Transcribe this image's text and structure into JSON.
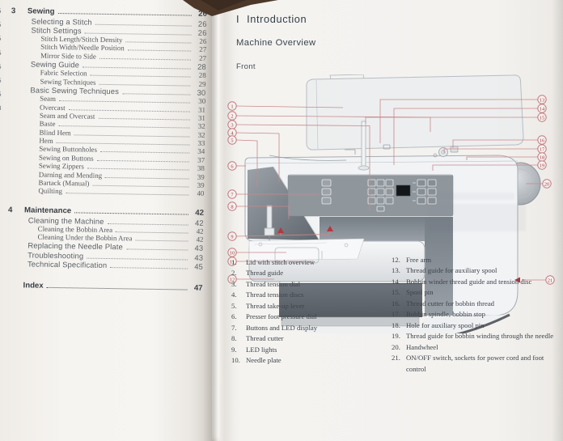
{
  "left_page": {
    "edge_fragments": [
      ".5",
      ".5",
      ".5",
      ".6",
      ".6",
      ".6",
      ".6",
      ".8"
    ],
    "toc_rows": [
      {
        "sec": "3",
        "label": "Sewing",
        "page": "26",
        "level": "h"
      },
      {
        "label": "Selecting a Stitch",
        "page": "26",
        "level": "1"
      },
      {
        "label": "Stitch Settings",
        "page": "26",
        "level": "1"
      },
      {
        "label": "Stitch Length/Stitch Density",
        "page": "26",
        "level": "2"
      },
      {
        "label": "Stitch Width/Needle Position",
        "page": "27",
        "level": "2"
      },
      {
        "label": "Mirror Side to Side",
        "page": "27",
        "level": "2"
      },
      {
        "label": "Sewing Guide",
        "page": "28",
        "level": "1"
      },
      {
        "label": "Fabric Selection",
        "page": "28",
        "level": "2"
      },
      {
        "label": "Sewing Techniques",
        "page": "29",
        "level": "2"
      },
      {
        "label": "Basic Sewing Techniques",
        "page": "30",
        "level": "1"
      },
      {
        "label": "Seam",
        "page": "30",
        "level": "2"
      },
      {
        "label": "Overcast",
        "page": "31",
        "level": "2"
      },
      {
        "label": "Seam and Overcast",
        "page": "31",
        "level": "2"
      },
      {
        "label": "Baste",
        "page": "32",
        "level": "2"
      },
      {
        "label": "Blind Hem",
        "page": "32",
        "level": "2"
      },
      {
        "label": "Hem",
        "page": "33",
        "level": "2"
      },
      {
        "label": "Sewing Buttonholes",
        "page": "34",
        "level": "2"
      },
      {
        "label": "Sewing on Buttons",
        "page": "37",
        "level": "2"
      },
      {
        "label": "Sewing Zippers",
        "page": "38",
        "level": "2"
      },
      {
        "label": "Darning and Mending",
        "page": "39",
        "level": "2"
      },
      {
        "label": "Bartack (Manual)",
        "page": "39",
        "level": "2"
      },
      {
        "label": "Quilting",
        "page": "40",
        "level": "2"
      },
      {
        "sec": "4",
        "label": "Maintenance",
        "page": "42",
        "level": "h",
        "gap": 1
      },
      {
        "label": "Cleaning the Machine",
        "page": "42",
        "level": "1"
      },
      {
        "label": "Cleaning the Bobbin Area",
        "page": "42",
        "level": "2"
      },
      {
        "label": "Cleaning Under the Bobbin Area",
        "page": "42",
        "level": "2"
      },
      {
        "label": "Replacing the Needle Plate",
        "page": "43",
        "level": "1"
      },
      {
        "label": "Troubleshooting",
        "page": "43",
        "level": "1"
      },
      {
        "label": "Technical Specification",
        "page": "45",
        "level": "1"
      },
      {
        "label": "Index",
        "page": "47",
        "level": "h",
        "gap": 2
      }
    ]
  },
  "right_page": {
    "headings": {
      "chapter_number": "I",
      "chapter_title": "Introduction",
      "section_title": "Machine Overview",
      "subsection_title": "Front"
    },
    "parts_list": {
      "left_column": [
        {
          "num": "1.",
          "label": "Lid with stitch overview"
        },
        {
          "num": "2.",
          "label": "Thread guide"
        },
        {
          "num": "3.",
          "label": "Thread tension dial"
        },
        {
          "num": "4.",
          "label": "Thread tension discs"
        },
        {
          "num": "5.",
          "label": "Thread take-up lever"
        },
        {
          "num": "6.",
          "label": "Presser foot pressure dial"
        },
        {
          "num": "7.",
          "label": "Buttons and LED display"
        },
        {
          "num": "8.",
          "label": "Thread cutter"
        },
        {
          "num": "9.",
          "label": "LED lights"
        },
        {
          "num": "10.",
          "label": "Needle plate"
        }
      ],
      "right_column": [
        {
          "num": "12.",
          "label": "Free arm"
        },
        {
          "num": "13.",
          "label": "Thread guide for auxiliary spool"
        },
        {
          "num": "14.",
          "label": "Bobbin winder thread guide and tension disc"
        },
        {
          "num": "15.",
          "label": "Spool pin"
        },
        {
          "num": "16.",
          "label": "Thread cutter for bobbin thread"
        },
        {
          "num": "17.",
          "label": "Bobbin spindle, bobbin stop"
        },
        {
          "num": "18.",
          "label": "Hole for auxiliary spool pin"
        },
        {
          "num": "19.",
          "label": "Thread guide for bobbin winding through the needle"
        },
        {
          "num": "20.",
          "label": "Handwheel"
        },
        {
          "num": "21.",
          "label": "ON/OFF switch, sockets for power cord and foot control"
        }
      ]
    },
    "diagram": {
      "callout_numbers": [
        "1",
        "2",
        "3",
        "4",
        "5",
        "6",
        "7",
        "8",
        "9",
        "10",
        "11",
        "12",
        "13",
        "14",
        "15",
        "16",
        "17",
        "18",
        "19",
        "20",
        "21"
      ]
    }
  },
  "colors": {
    "callout_red": "#a23a3f",
    "leader_pink": "#c9898c",
    "panel_gray": "#8f979d",
    "led_dark": "#14171a",
    "table_brown": "#4c3729"
  }
}
